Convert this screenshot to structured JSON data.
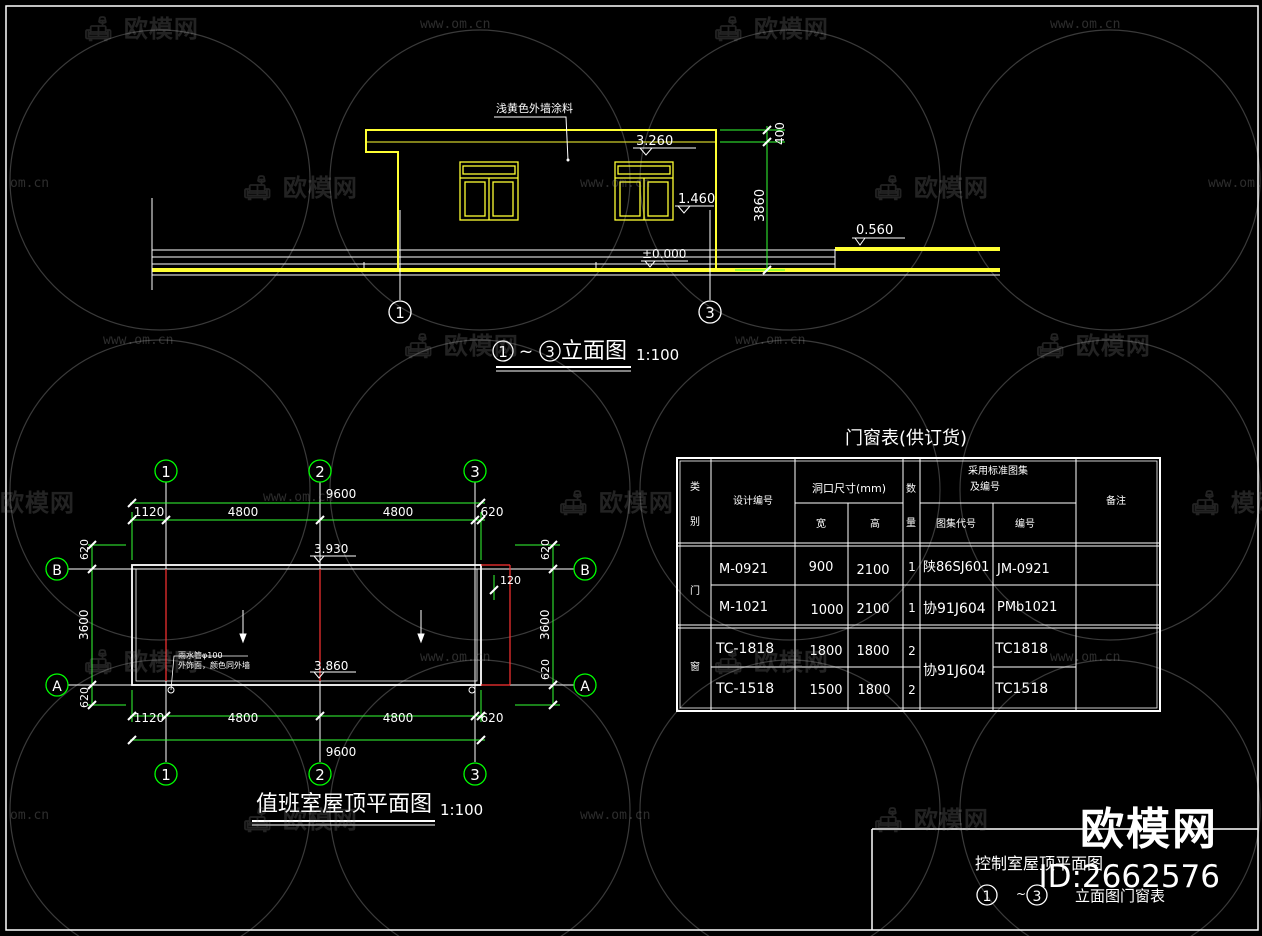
{
  "colors": {
    "background": "#000000",
    "line_white": "#ffffff",
    "line_yellow": "#ffff33",
    "line_green": "#33ff33",
    "line_red": "#ff3333",
    "axis_green": "#00ff00"
  },
  "watermark": {
    "logo": "欧模网",
    "url": "www.om.cn",
    "url_fragment": "om.cn",
    "logo_fragment": "模网",
    "icon": "sofa-icon"
  },
  "brand": {
    "logo": "欧模网",
    "id": "ID:2662576"
  },
  "elevation": {
    "note": "浅黄色外墙涂料",
    "level_top": "3.260",
    "level_window": "1.460",
    "level_zero": "±0.000",
    "level_step": "0.560",
    "dim_parapet": "400",
    "dim_height": "3860",
    "axis_left": "1",
    "axis_right": "3",
    "title": "立面图",
    "title_axis_a": "1",
    "title_sep": "~",
    "title_axis_b": "3",
    "scale": "1:100"
  },
  "plan": {
    "axis_1": "1",
    "axis_2": "2",
    "axis_3": "3",
    "axis_a": "A",
    "axis_b": "B",
    "dim_total": "9600",
    "dim_left": "1120",
    "dim_bay1": "4800",
    "dim_bay2": "4800",
    "dim_right": "620",
    "dim_620_top": "620",
    "dim_3600": "3600",
    "dim_620_bottom": "620",
    "dim_120": "120",
    "level_top": "3.930",
    "level_bottom": "3.860",
    "note_line1": "雨水管φ100",
    "note_line2": "外饰面，颜色同外墙",
    "title": "值班室屋顶平面图",
    "scale": "1:100"
  },
  "table": {
    "title": "门窗表(供订货)",
    "headers": {
      "category_1": "类",
      "category_2": "别",
      "code": "设计编号",
      "opening": "洞口尺寸(mm)",
      "count_1": "数",
      "count_2": "量",
      "std_1": "采用标准图集",
      "std_2": "及编号",
      "remark": "备注",
      "width": "宽",
      "height": "高",
      "atlas": "图集代号",
      "number": "编号"
    },
    "groups": [
      {
        "label": "门",
        "rows": [
          {
            "code": "M-0921",
            "width": "900",
            "height": "2100",
            "count": "1",
            "atlas": "陕86SJ601",
            "number": "JM-0921"
          },
          {
            "code": "M-1021",
            "width": "1000",
            "height": "2100",
            "count": "1",
            "atlas": "协91J604",
            "number": "PMb1021"
          }
        ]
      },
      {
        "label": "窗",
        "rows": [
          {
            "code": "TC-1818",
            "width": "1800",
            "height": "1800",
            "count": "2",
            "atlas": "",
            "number": "TC1818"
          },
          {
            "code": "TC-1518",
            "width": "1500",
            "height": "1800",
            "count": "2",
            "atlas": "",
            "number": "TC1518"
          }
        ],
        "shared_atlas": "协91J604"
      }
    ]
  },
  "title_block": {
    "line1": "控制室屋顶平面图",
    "axis_a": "1",
    "sep": "~",
    "axis_b": "3",
    "line2": "立面图门窗表"
  }
}
